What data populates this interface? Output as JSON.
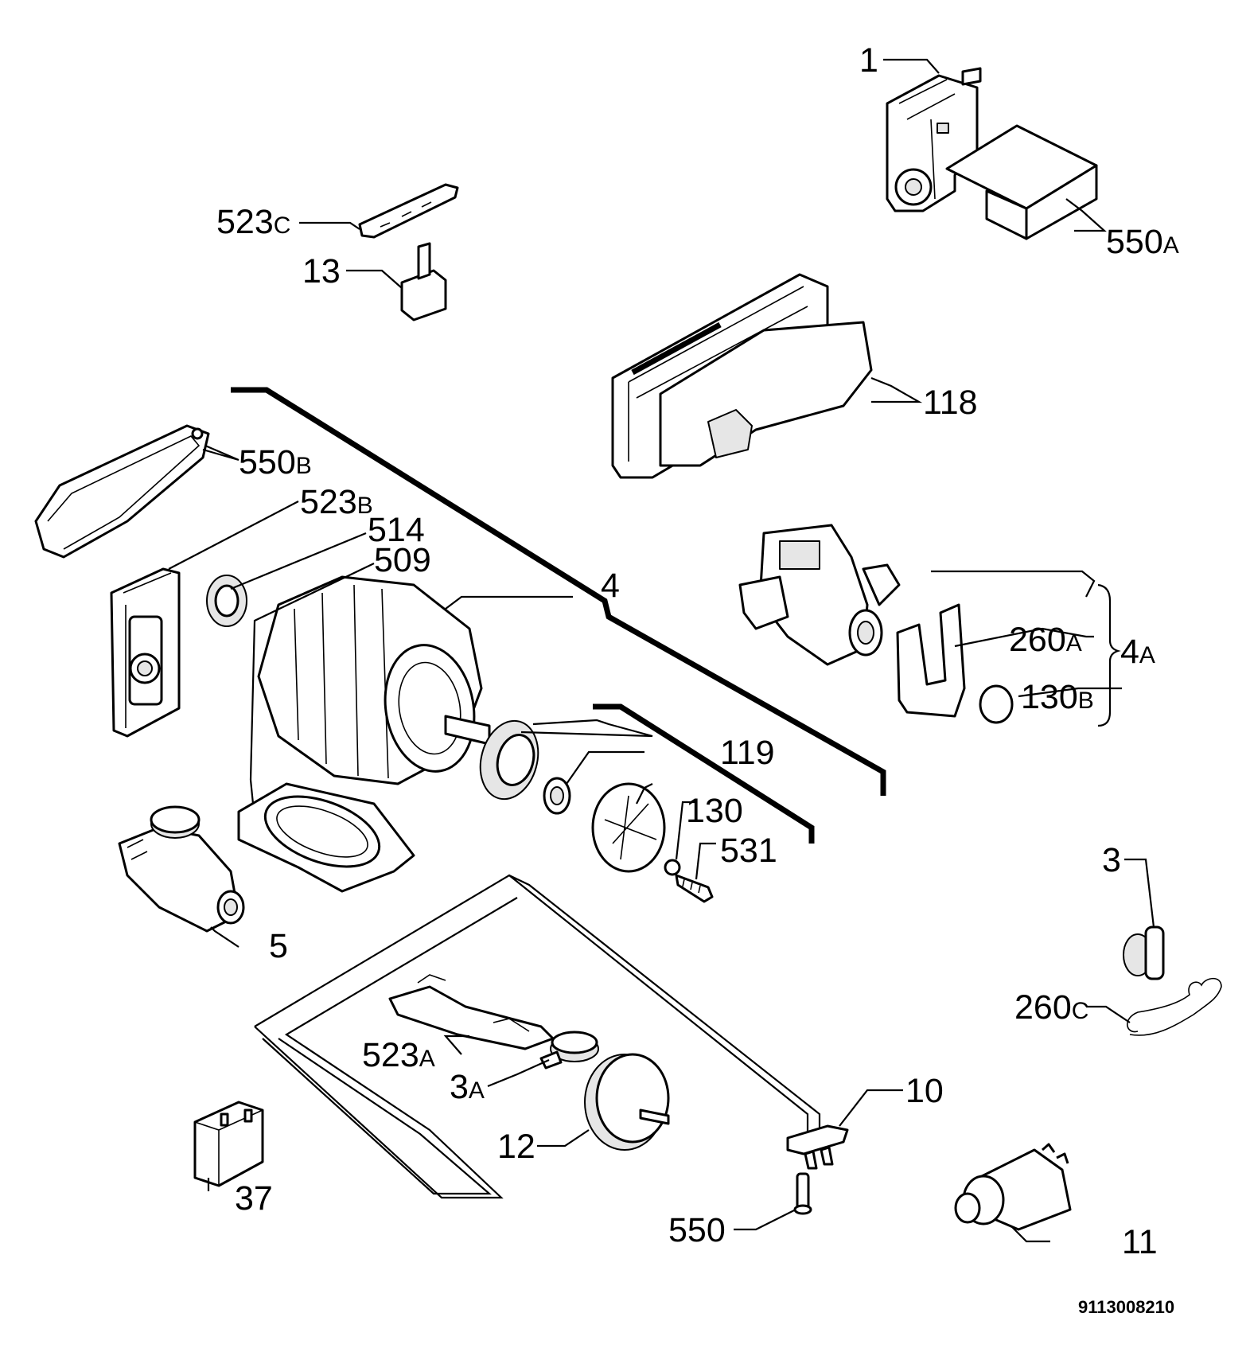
{
  "diagram": {
    "catalog_code": "9113008210",
    "callouts": [
      {
        "id": "c1",
        "main": "1",
        "suffix": ""
      },
      {
        "id": "c550a",
        "main": "550",
        "suffix": "A"
      },
      {
        "id": "c523c",
        "main": "523",
        "suffix": "C"
      },
      {
        "id": "c13",
        "main": "13",
        "suffix": ""
      },
      {
        "id": "c118",
        "main": "118",
        "suffix": ""
      },
      {
        "id": "c550b",
        "main": "550",
        "suffix": "B"
      },
      {
        "id": "c523b",
        "main": "523",
        "suffix": "B"
      },
      {
        "id": "c514",
        "main": "514",
        "suffix": ""
      },
      {
        "id": "c509",
        "main": "509",
        "suffix": ""
      },
      {
        "id": "c4",
        "main": "4",
        "suffix": ""
      },
      {
        "id": "c260a",
        "main": "260",
        "suffix": "A"
      },
      {
        "id": "c4a",
        "main": "4",
        "suffix": "A"
      },
      {
        "id": "c130b",
        "main": "130",
        "suffix": "B"
      },
      {
        "id": "c119",
        "main": "119",
        "suffix": ""
      },
      {
        "id": "c130",
        "main": "130",
        "suffix": ""
      },
      {
        "id": "c531",
        "main": "531",
        "suffix": ""
      },
      {
        "id": "c5",
        "main": "5",
        "suffix": ""
      },
      {
        "id": "c3",
        "main": "3",
        "suffix": ""
      },
      {
        "id": "c260c",
        "main": "260",
        "suffix": "C"
      },
      {
        "id": "c523a",
        "main": "523",
        "suffix": "A"
      },
      {
        "id": "c3a",
        "main": "3",
        "suffix": "A"
      },
      {
        "id": "c10",
        "main": "10",
        "suffix": ""
      },
      {
        "id": "c12",
        "main": "12",
        "suffix": ""
      },
      {
        "id": "c37",
        "main": "37",
        "suffix": ""
      },
      {
        "id": "c550",
        "main": "550",
        "suffix": ""
      },
      {
        "id": "c11",
        "main": "11",
        "suffix": ""
      }
    ]
  }
}
